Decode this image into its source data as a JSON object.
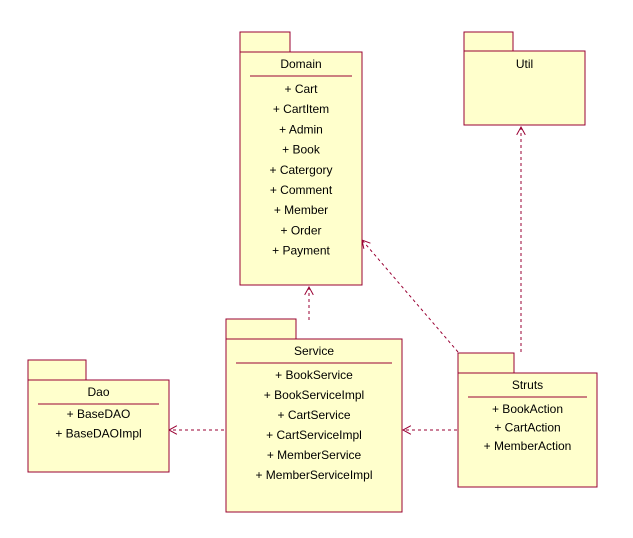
{
  "packages": {
    "domain": {
      "name": "Domain",
      "items": [
        "+ Cart",
        "+ CartItem",
        "+ Admin",
        "+ Book",
        "+ Catergory",
        "+ Comment",
        "+ Member",
        "+ Order",
        "+ Payment"
      ]
    },
    "util": {
      "name": "Util",
      "items": []
    },
    "dao": {
      "name": "Dao",
      "items": [
        "+ BaseDAO",
        "+ BaseDAOImpl"
      ]
    },
    "service": {
      "name": "Service",
      "items": [
        "+ BookService",
        "+ BookServiceImpl",
        "+ CartService",
        "+ CartServiceImpl",
        "+ MemberService",
        "+ MemberServiceImpl"
      ]
    },
    "struts": {
      "name": "Struts",
      "items": [
        "+ BookAction",
        "+ CartAction",
        "+ MemberAction"
      ]
    }
  },
  "dependencies": [
    {
      "from": "service",
      "to": "domain"
    },
    {
      "from": "service",
      "to": "dao"
    },
    {
      "from": "struts",
      "to": "service"
    },
    {
      "from": "struts",
      "to": "domain"
    },
    {
      "from": "struts",
      "to": "util"
    }
  ],
  "colors": {
    "fill": "#ffffcc",
    "stroke": "#990033"
  }
}
